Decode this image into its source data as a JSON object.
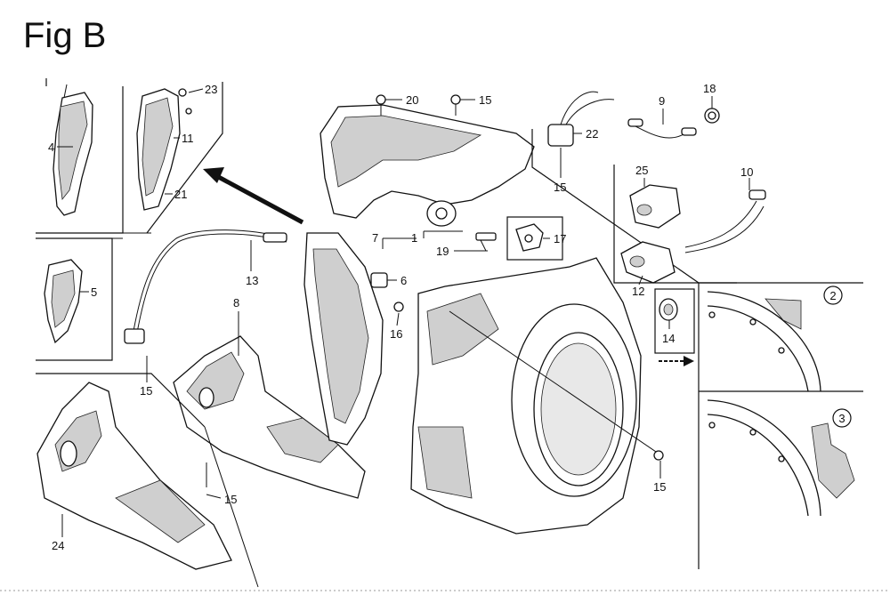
{
  "title": "Fig B",
  "callouts": [
    "1",
    "4",
    "5",
    "6",
    "7",
    "8",
    "9",
    "10",
    "11",
    "12",
    "13",
    "14",
    "15",
    "16",
    "17",
    "18",
    "19",
    "20",
    "21",
    "22",
    "23",
    "24",
    "25"
  ],
  "detail_labels": [
    "2",
    "3"
  ],
  "labels": {
    "l1": "1",
    "l4": "4",
    "l5": "5",
    "l6": "6",
    "l7": "7",
    "l8": "8",
    "l9": "9",
    "l10": "10",
    "l11": "11",
    "l12": "12",
    "l13": "13",
    "l14": "14",
    "l15a": "15",
    "l15b": "15",
    "l15c": "15",
    "l15d": "15",
    "l15e": "15",
    "l16": "16",
    "l17": "17",
    "l18": "18",
    "l19": "19",
    "l20": "20",
    "l21": "21",
    "l22": "22",
    "l23": "23",
    "l24": "24",
    "l25": "25",
    "d2": "2",
    "d3": "3"
  }
}
